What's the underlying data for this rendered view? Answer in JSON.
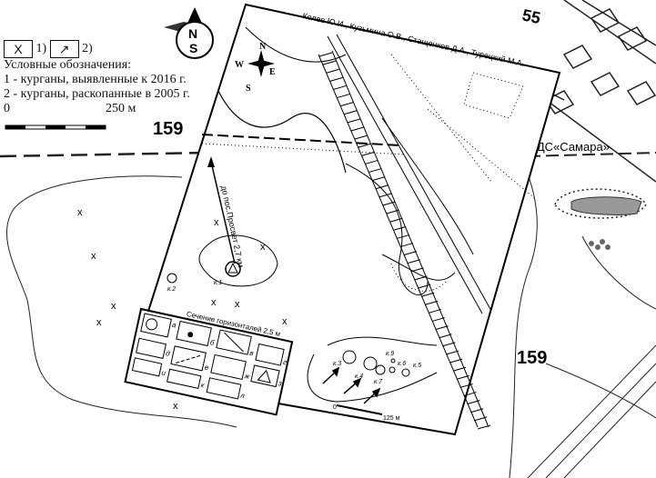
{
  "legend": {
    "symbol1_label": "1)",
    "symbol2_label": "2)",
    "title": "Условные обозначения:",
    "item1": "1 - курганы, выявленные к 2016 г.",
    "item2": "2 - курганы, раскопанные в 2005 г.",
    "scale_start": "0",
    "scale_end": "250 м"
  },
  "compass": {
    "n": "N",
    "s": "S",
    "w": "W",
    "e": "E"
  },
  "base_map": {
    "label_159_top": "159",
    "label_159_bottom": "159",
    "label_155": "55",
    "station": "ЛПДС«Самара»"
  },
  "plan": {
    "authors": "Колев Ю.И., Кузьмина О.В., Стащенков Д.А., Турецкий М.А.",
    "road_label": "до пос.Просвет 2,7 км",
    "contour_label": "Сечение горизонталей 2,5 м",
    "scale_start": "0",
    "scale_end": "125 м",
    "kurgans": [
      "к.1",
      "к.2",
      "к.3",
      "к.4",
      "к.5",
      "к.6",
      "к.7",
      "к.9"
    ],
    "legend_letters": [
      "а",
      "б",
      "в",
      "г",
      "д",
      "е",
      "ж",
      "з",
      "и",
      "к",
      "л"
    ]
  }
}
